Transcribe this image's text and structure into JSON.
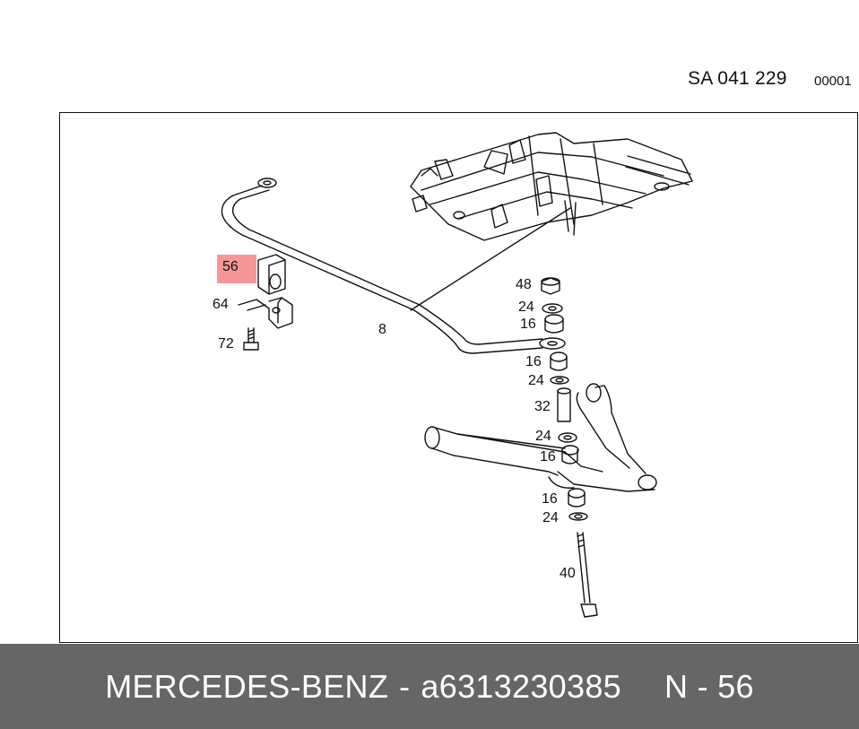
{
  "drawing": {
    "code": "SA 041 229",
    "sequence": "00001",
    "callouts": [
      {
        "id": "c56",
        "label": "56",
        "highlighted": true
      },
      {
        "id": "c64",
        "label": "64"
      },
      {
        "id": "c72",
        "label": "72"
      },
      {
        "id": "c8",
        "label": "8"
      },
      {
        "id": "c48",
        "label": "48"
      },
      {
        "id": "c24a",
        "label": "24"
      },
      {
        "id": "c16a",
        "label": "16"
      },
      {
        "id": "c16b",
        "label": "16"
      },
      {
        "id": "c24b",
        "label": "24"
      },
      {
        "id": "c32",
        "label": "32"
      },
      {
        "id": "c24c",
        "label": "24"
      },
      {
        "id": "c16c",
        "label": "16"
      },
      {
        "id": "c16d",
        "label": "16"
      },
      {
        "id": "c24d",
        "label": "24"
      },
      {
        "id": "c40",
        "label": "40"
      }
    ]
  },
  "footer": {
    "brand": "MERCEDES-BENZ",
    "dash": "-",
    "part_number": "a6313230385",
    "position_ref": "N - 56"
  },
  "colors": {
    "highlight": "#f05050",
    "footer_bg": "#666666",
    "line": "#111111"
  }
}
